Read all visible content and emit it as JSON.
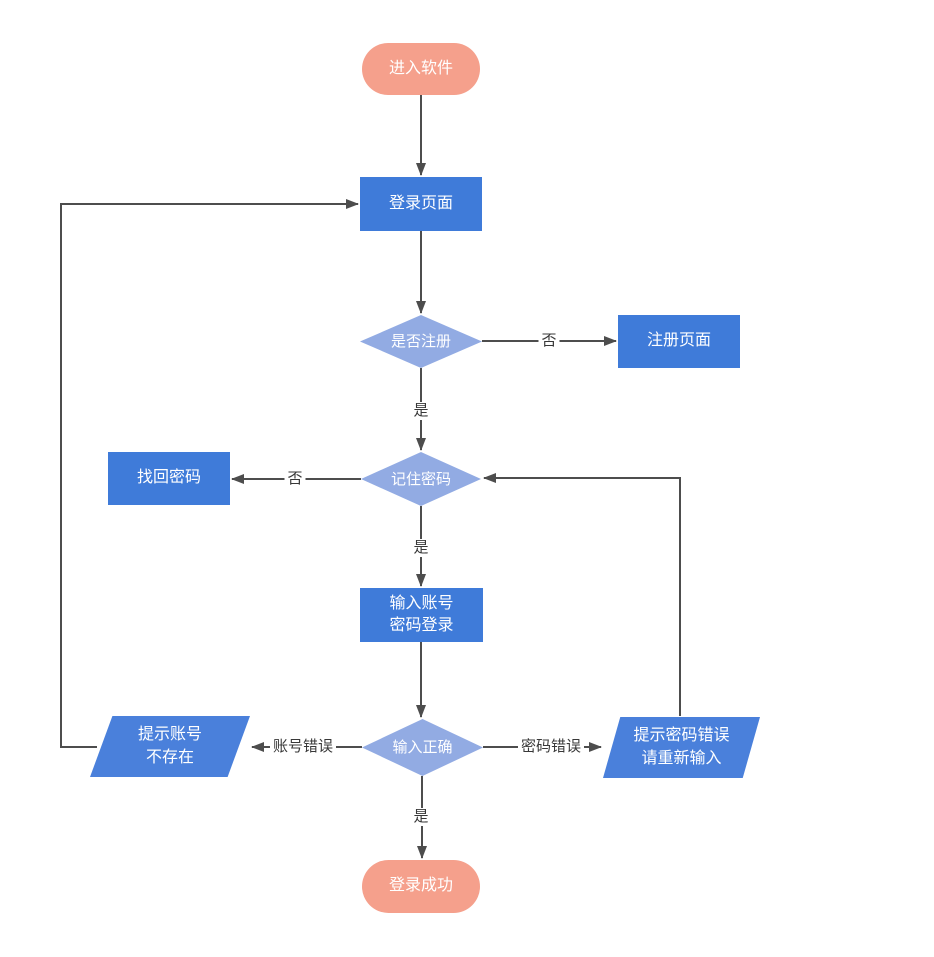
{
  "diagram": {
    "type": "flowchart",
    "nodes": {
      "start": {
        "label": "进入软件",
        "shape": "terminator"
      },
      "login_page": {
        "label": "登录页面",
        "shape": "process"
      },
      "check_registered": {
        "label": "是否注册",
        "shape": "decision"
      },
      "register_page": {
        "label": "注册页面",
        "shape": "process"
      },
      "check_remember": {
        "label": "记住密码",
        "shape": "decision"
      },
      "retrieve_password": {
        "label": "找回密码",
        "shape": "process"
      },
      "enter_credentials": {
        "label": "输入账号\n密码登录",
        "shape": "process"
      },
      "check_input": {
        "label": "输入正确",
        "shape": "decision"
      },
      "prompt_account_missing": {
        "label": "提示账号\n不存在",
        "shape": "parallelogram"
      },
      "prompt_password_error": {
        "label": "提示密码错误\n请重新输入",
        "shape": "parallelogram"
      },
      "success": {
        "label": "登录成功",
        "shape": "terminator"
      }
    },
    "edge_labels": {
      "registered_no": "否",
      "registered_yes": "是",
      "remember_no": "否",
      "remember_yes": "是",
      "account_error": "账号错误",
      "password_error": "密码错误",
      "input_yes": "是"
    },
    "colors": {
      "terminator": "#f5a08c",
      "process": "#3f7bd9",
      "decision": "#92abe3",
      "data": "#4a80db",
      "line": "#4d4d4d",
      "label_text": "#383838",
      "node_text": "#ffffff"
    }
  }
}
